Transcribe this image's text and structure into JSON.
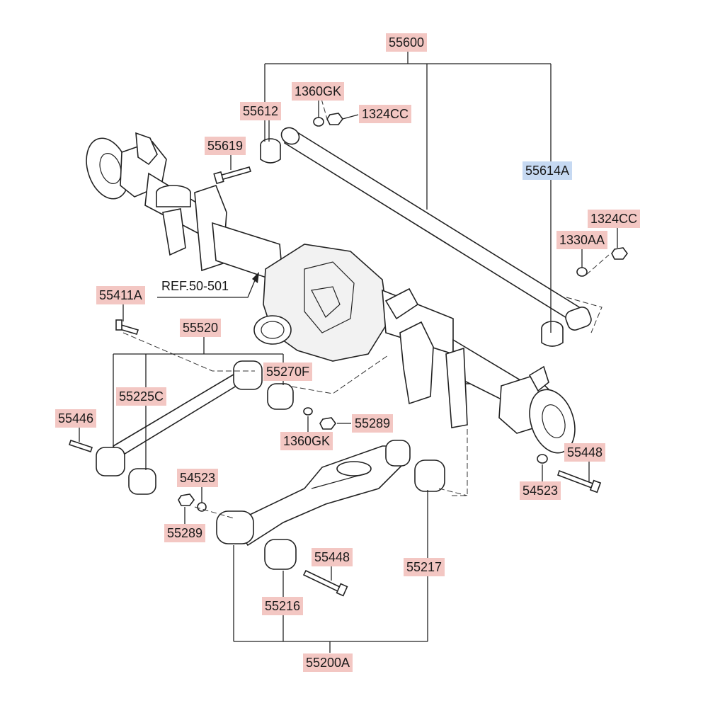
{
  "labels": {
    "l55600": "55600",
    "l1360GK_top": "1360GK",
    "l55612": "55612",
    "l1324CC_top": "1324CC",
    "l55619": "55619",
    "l55614A": "55614A",
    "l1324CC_right": "1324CC",
    "l1330AA": "1330AA",
    "l55411A": "55411A",
    "l55520": "55520",
    "l55270F": "55270F",
    "l55225C": "55225C",
    "l55446": "55446",
    "l55289_mid": "55289",
    "l1360GK_mid": "1360GK",
    "l55448_right": "55448",
    "l54523_left": "54523",
    "l54523_right": "54523",
    "l55289_left": "55289",
    "l55448_low": "55448",
    "l55217": "55217",
    "l55216": "55216",
    "l55200A": "55200A"
  },
  "ref_label": "REF.50-501",
  "colors": {
    "part_label_bg": "#f3c7c3",
    "highlight_label_bg": "#c6d9f2",
    "line": "#222222"
  }
}
